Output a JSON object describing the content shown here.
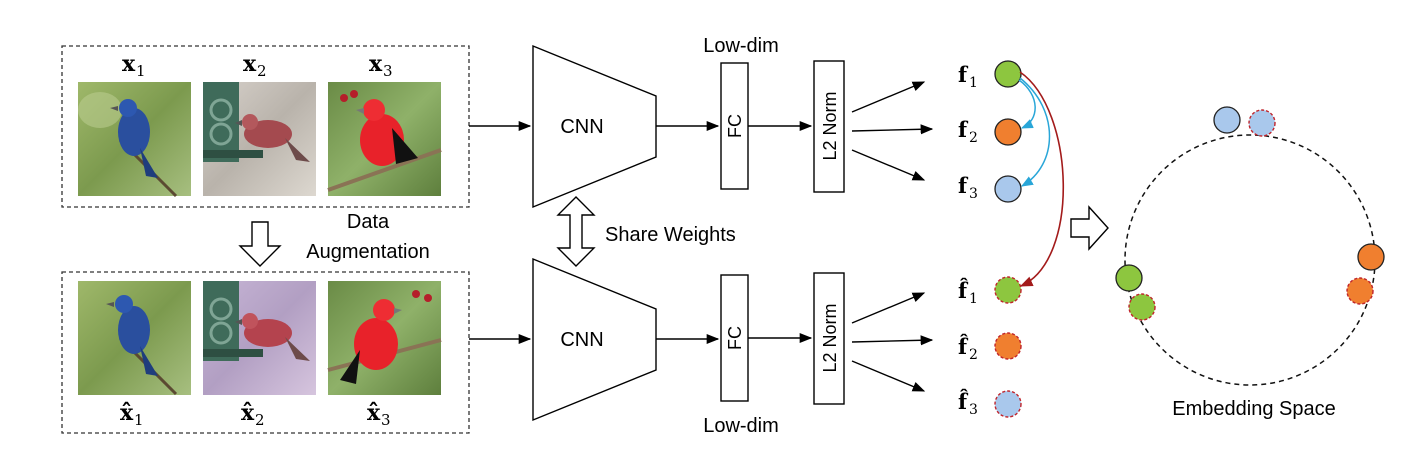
{
  "top_labels": {
    "x1": "x",
    "x1_sub": "1",
    "x2": "x",
    "x2_sub": "2",
    "x3": "x",
    "x3_sub": "3"
  },
  "bottom_labels": {
    "x1": "x̂",
    "x1_sub": "1",
    "x2": "x̂",
    "x2_sub": "2",
    "x3": "x̂",
    "x3_sub": "3"
  },
  "data_augmentation": {
    "line1": "Data",
    "line2": "Augmentation"
  },
  "share_weights": "Share Weights",
  "cnn_top": "CNN",
  "cnn_bottom": "CNN",
  "low_dim_top": "Low-dim",
  "low_dim_bottom": "Low-dim",
  "fc_top": "FC",
  "fc_bottom": "FC",
  "l2_top": "L2 Norm",
  "l2_bottom": "L2 Norm",
  "features_top": [
    {
      "sym": "f",
      "sub": "1"
    },
    {
      "sym": "f",
      "sub": "2"
    },
    {
      "sym": "f",
      "sub": "3"
    }
  ],
  "features_bottom": [
    {
      "sym": "f̂",
      "sub": "1"
    },
    {
      "sym": "f̂",
      "sub": "2"
    },
    {
      "sym": "f̂",
      "sub": "3"
    }
  ],
  "embedding_space": "Embedding Space",
  "colors": {
    "green": "#8dc63f",
    "orange": "#f07f2f",
    "blue": "#a9c8ec",
    "dashed_red": "#c0242b",
    "arrow_blue": "#29a6d8",
    "arrow_red": "#a31b1b"
  },
  "icons": {
    "down_arrow": "hollow-down-arrow-icon",
    "double_arrow": "hollow-double-arrow-icon",
    "right_arrow": "hollow-right-arrow-icon"
  }
}
